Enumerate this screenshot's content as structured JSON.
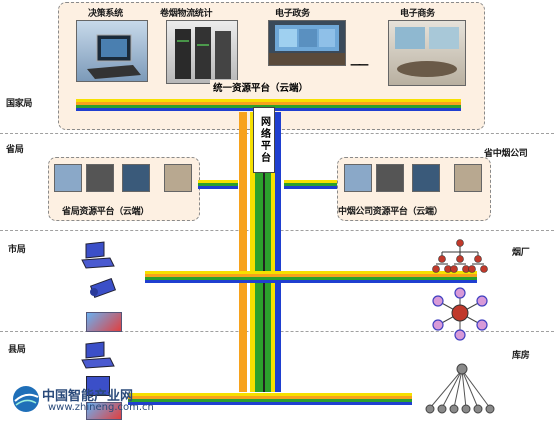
{
  "top_platform": {
    "items": [
      {
        "label": "决策系统",
        "image": "monitor-keyboard-photo"
      },
      {
        "label": "卷烟物流统计",
        "image": "server-racks-photo"
      },
      {
        "label": "电子政务",
        "image": "video-wall-control-room-photo"
      },
      {
        "label": "电子商务",
        "image": "office-meeting-room-photo"
      }
    ],
    "ellipsis": "——",
    "bus_label": "统一资源平台（云端）"
  },
  "levels": {
    "national": "国家局",
    "provincial": "省局",
    "city": "市局",
    "county": "县局"
  },
  "network_platform": "网络平台",
  "provincial_platform": "省局资源平台（云端）",
  "tobacco_company": {
    "title": "省中烟公司",
    "platform": "中烟公司资源平台（云端）"
  },
  "right_labels": {
    "factory": "烟厂",
    "warehouse": "库房"
  },
  "watermark": {
    "cn": "中国智能产业网",
    "url": "www.zhineng.com.cn"
  },
  "colors": {
    "bus_yellow": "#f6e000",
    "bus_orange": "#f7a21c",
    "bus_green": "#2ca02c",
    "bus_blue": "#1f3fd0",
    "node_red": "#c0392b",
    "node_blue": "#4040c0",
    "node_grey": "#888888"
  }
}
